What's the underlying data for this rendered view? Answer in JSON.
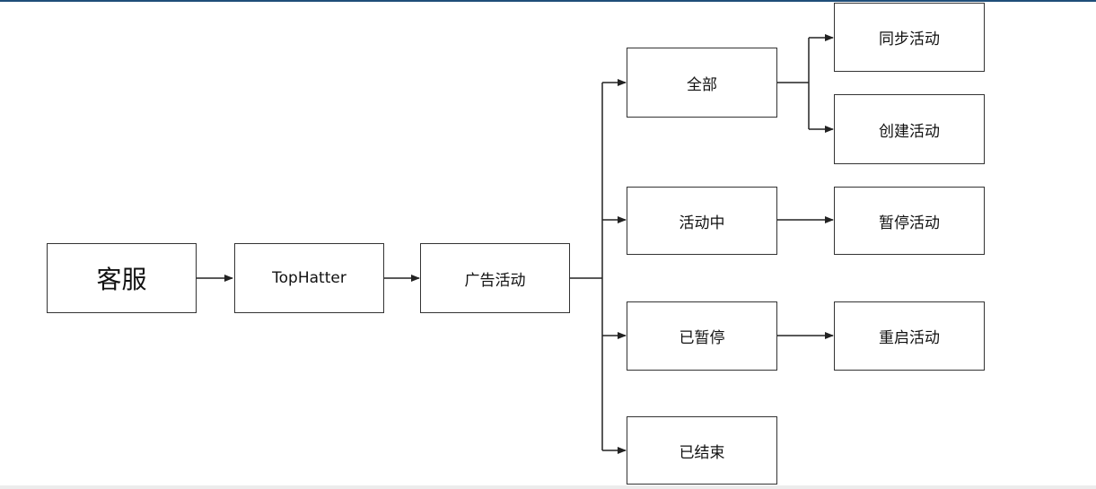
{
  "nodes": {
    "customer_service": "客服",
    "tophatter": "TopHatter",
    "ad_campaigns": "广告活动",
    "all": "全部",
    "active": "活动中",
    "paused": "已暂停",
    "ended": "已结束",
    "sync_campaign": "同步活动",
    "create_campaign": "创建活动",
    "pause_campaign": "暂停活动",
    "restart_campaign": "重启活动"
  },
  "colors": {
    "top_rule": "#1f4e79",
    "node_border": "#333333",
    "connector": "#222222"
  }
}
